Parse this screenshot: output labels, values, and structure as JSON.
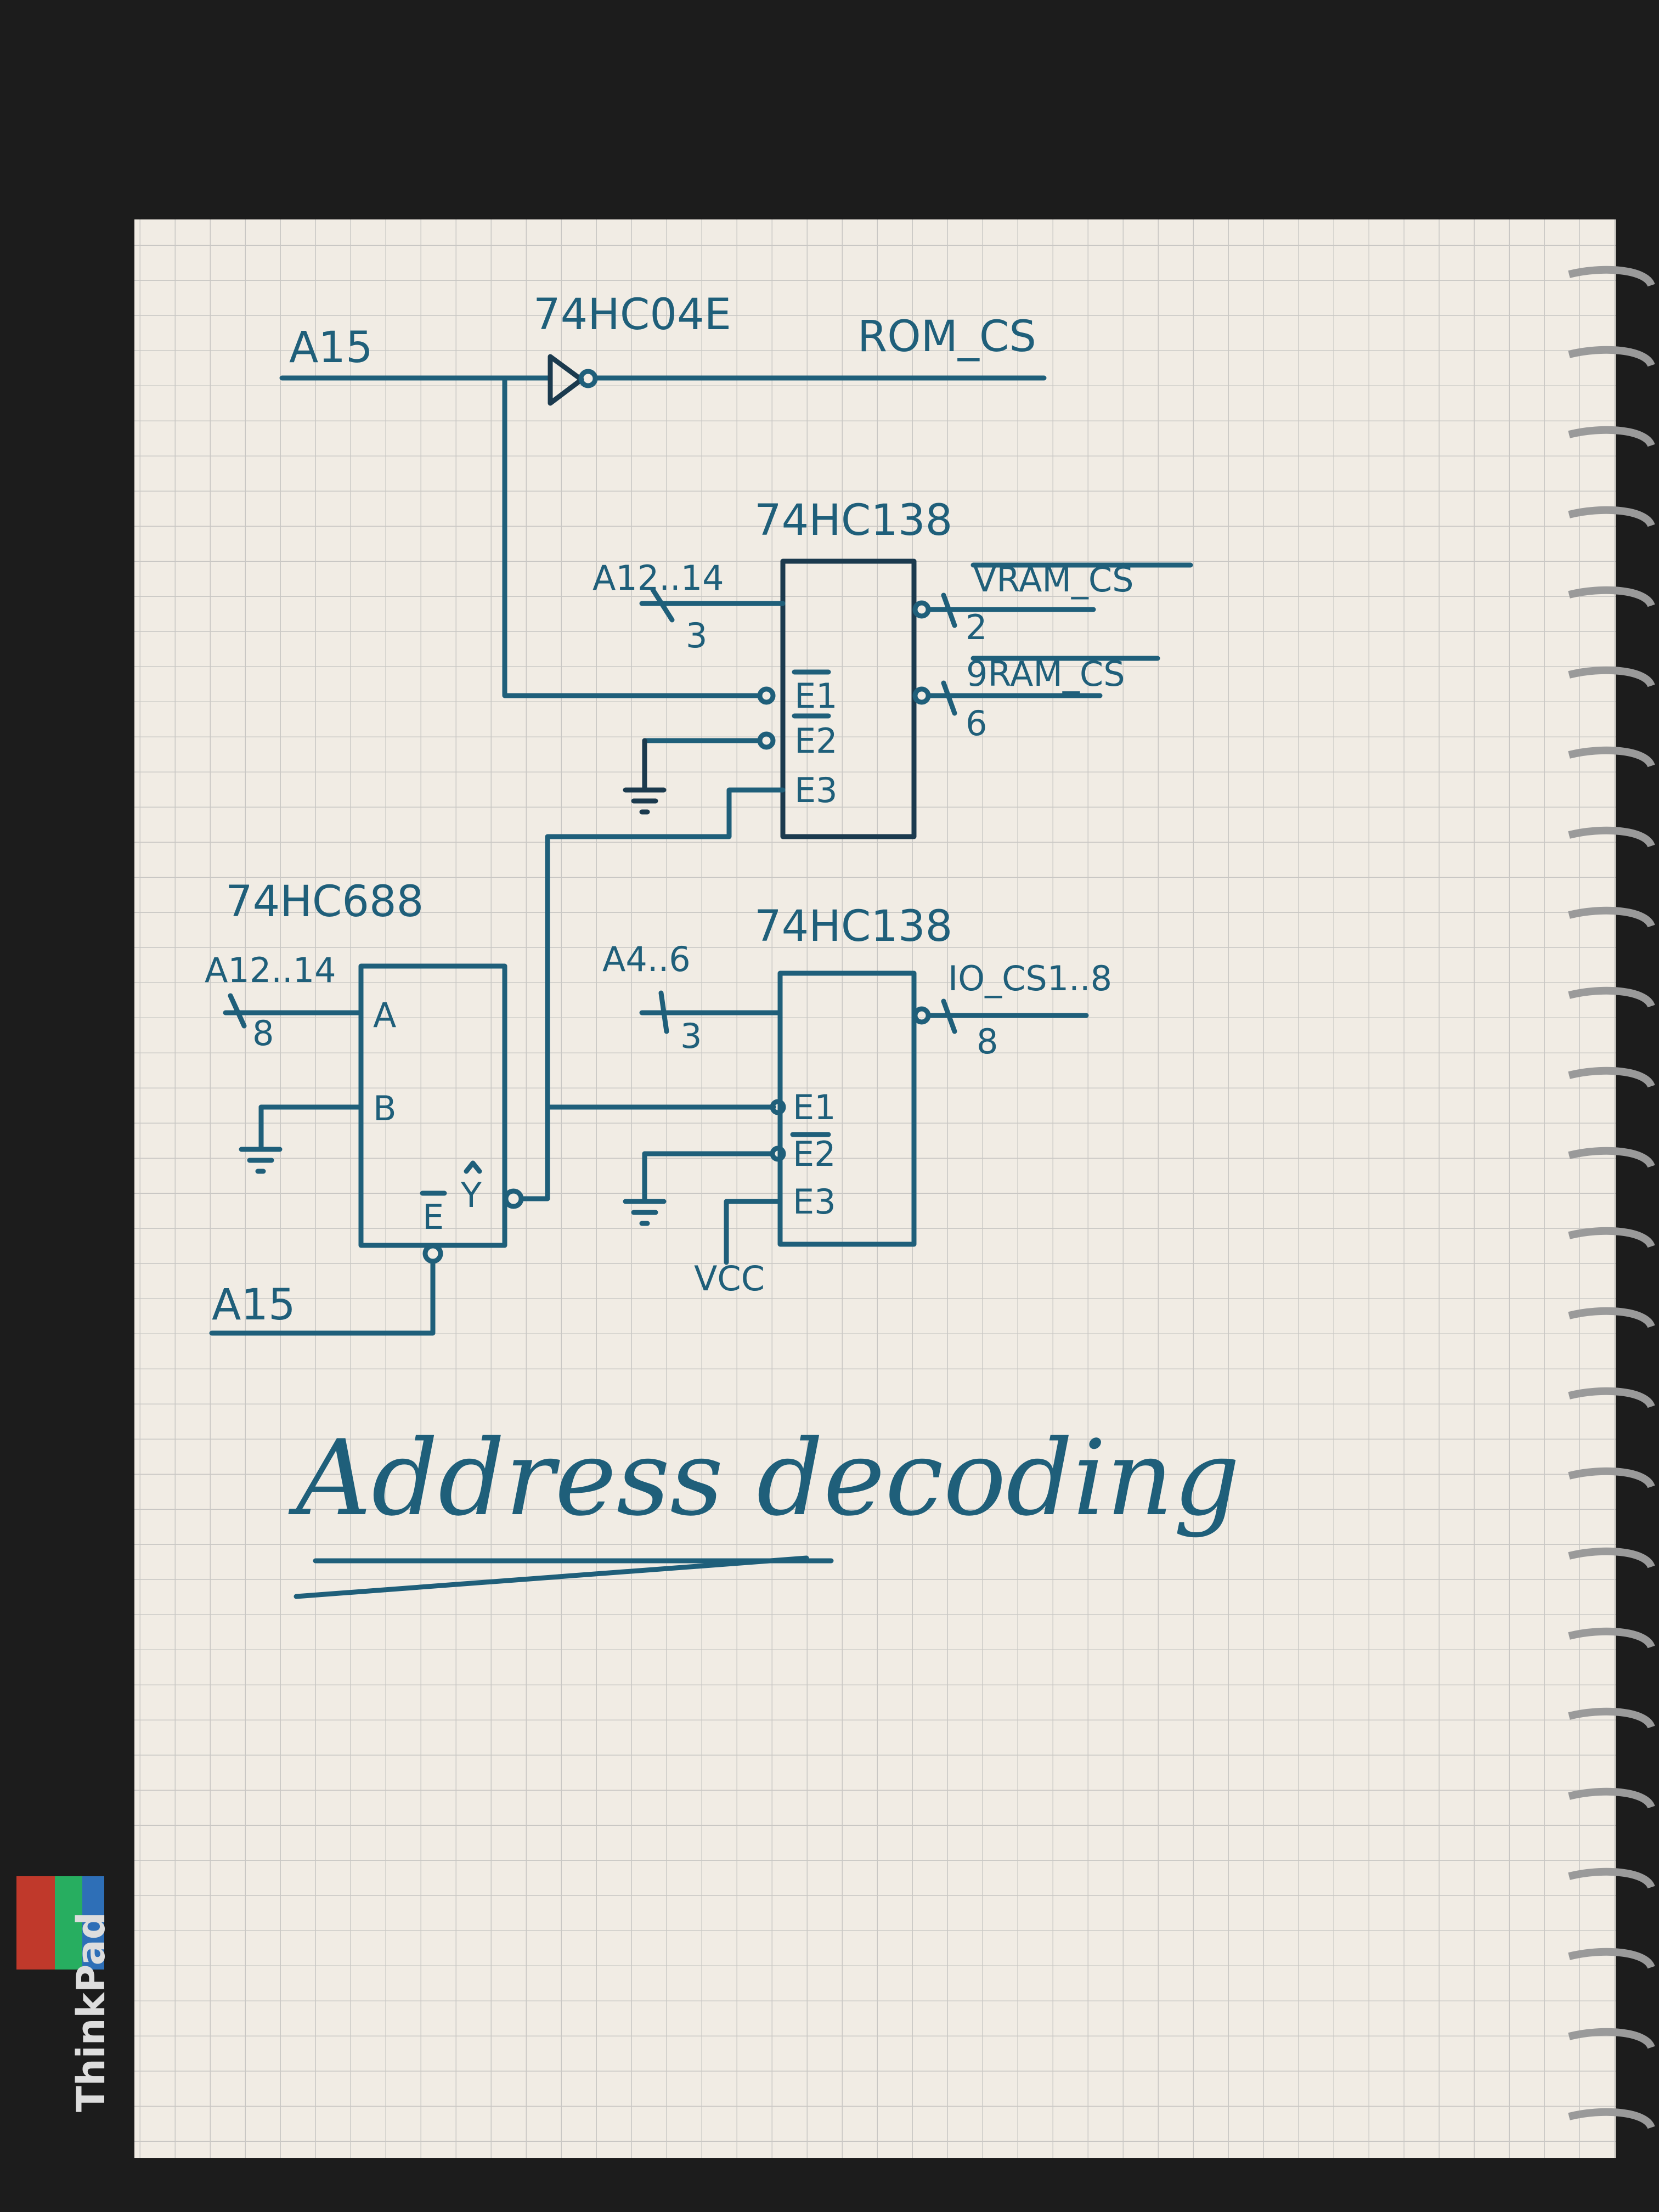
{
  "title": "Address decoding",
  "colors": {
    "ink": "#1f5f7a",
    "paper": "#f1ece4",
    "grid": "#c9c7c4",
    "background": "#1c1c1c"
  },
  "top": {
    "input_label": "A15",
    "inverter_part": "74HC04E",
    "output_label": "ROM_CS"
  },
  "decoder1": {
    "part": "74HC138",
    "address_label": "A12..14",
    "bus_width": "3",
    "out1_label": "VRAM_CS",
    "out1_pin": "2",
    "out2_label": "9RAM_CS",
    "out2_pin": "6",
    "pins": [
      "E1",
      "E2",
      "E3"
    ]
  },
  "comparator": {
    "part": "74HC688",
    "address_label": "A12..14",
    "bus_width": "8",
    "pin_a": "A",
    "pin_b": "B",
    "pin_e": "E",
    "pin_y": "Y",
    "enable_label": "A15"
  },
  "decoder2": {
    "part": "74HC138",
    "address_label": "A4..6",
    "bus_width": "3",
    "out_label": "IO_CS1..8",
    "out_pin": "8",
    "pins": [
      "E1",
      "E2",
      "E3"
    ],
    "e3_label": "VCC"
  },
  "logo": "ThinkPad"
}
